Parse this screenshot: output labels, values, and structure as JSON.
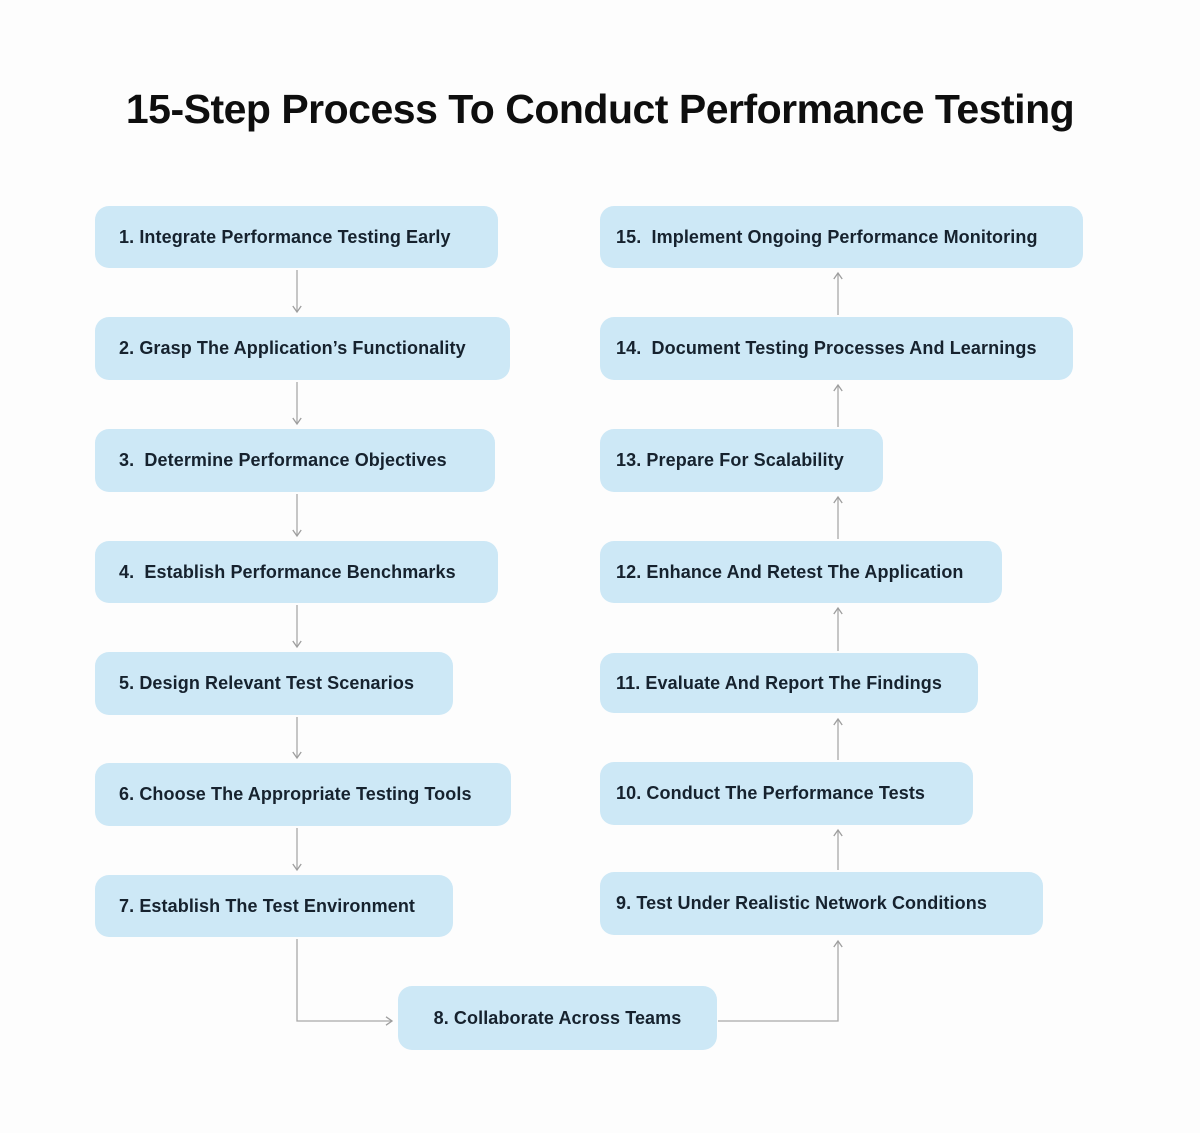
{
  "title": "15-Step Process To Conduct Performance Testing",
  "colors": {
    "background": "#fdfdfd",
    "box_fill": "#cde8f6",
    "box_text": "#16222e",
    "arrow": "#a3a3a3",
    "title_text": "#0e0e0e"
  },
  "steps": [
    {
      "label": "1. Integrate Performance Testing Early"
    },
    {
      "label": "2. Grasp The Application’s Functionality"
    },
    {
      "label": "3.  Determine Performance Objectives"
    },
    {
      "label": "4.  Establish Performance Benchmarks"
    },
    {
      "label": "5. Design Relevant Test Scenarios"
    },
    {
      "label": "6. Choose The Appropriate Testing Tools"
    },
    {
      "label": "7. Establish The Test Environment"
    },
    {
      "label": "8. Collaborate Across Teams"
    },
    {
      "label": "9. Test Under Realistic Network Conditions"
    },
    {
      "label": "10. Conduct The Performance Tests"
    },
    {
      "label": "11. Evaluate And Report The Findings"
    },
    {
      "label": "12. Enhance And Retest The Application"
    },
    {
      "label": "13. Prepare For Scalability"
    },
    {
      "label": "14.  Document Testing Processes And Learnings"
    },
    {
      "label": "15.  Implement Ongoing Performance Monitoring"
    }
  ],
  "flow_order": "1→2→3→4→5→6→7→8→9→10→11→12→13→14→15"
}
